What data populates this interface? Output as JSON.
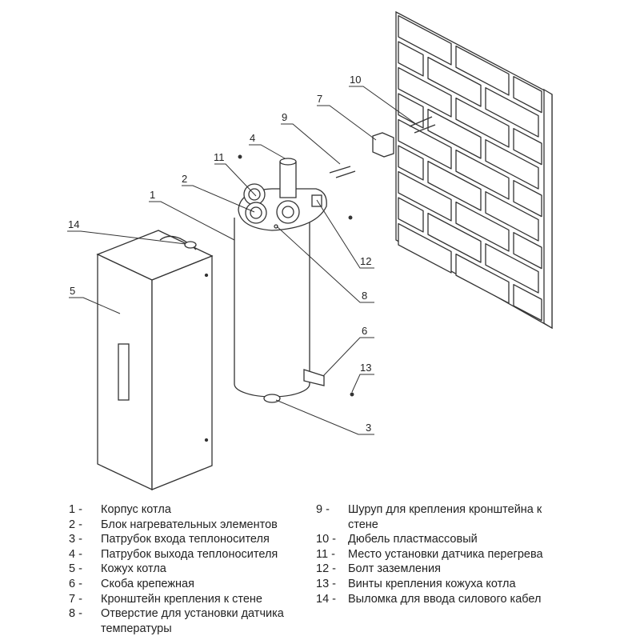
{
  "callouts": {
    "c1": "1",
    "c2": "2",
    "c3": "3",
    "c4": "4",
    "c5": "5",
    "c6": "6",
    "c7": "7",
    "c8": "8",
    "c9": "9",
    "c10": "10",
    "c11": "11",
    "c12": "12",
    "c13": "13",
    "c14": "14"
  },
  "legend": {
    "left": [
      {
        "num": "1 -",
        "text": "Корпус котла"
      },
      {
        "num": "2 -",
        "text": "Блок нагревательных элементов"
      },
      {
        "num": "3 -",
        "text": "Патрубок входа теплоносителя"
      },
      {
        "num": "4 -",
        "text": "Патрубок выхода теплоносителя"
      },
      {
        "num": "5 -",
        "text": "Кожух котла"
      },
      {
        "num": "6 -",
        "text": "Скоба крепежная"
      },
      {
        "num": "7 -",
        "text": "Кронштейн крепления к стене"
      },
      {
        "num": "8 -",
        "text": "Отверстие для установки датчика температуры"
      }
    ],
    "right": [
      {
        "num": "9 -",
        "text": "Шуруп для крепления кронштейна к стене"
      },
      {
        "num": "10 -",
        "text": "Дюбель пластмассовый"
      },
      {
        "num": "11 -",
        "text": "Место установки датчика перегрева"
      },
      {
        "num": "12 -",
        "text": "Болт заземления"
      },
      {
        "num": "13 -",
        "text": "Винты крепления кожуха котла"
      },
      {
        "num": "14 -",
        "text": "Выломка для ввода силового кабел"
      }
    ]
  }
}
